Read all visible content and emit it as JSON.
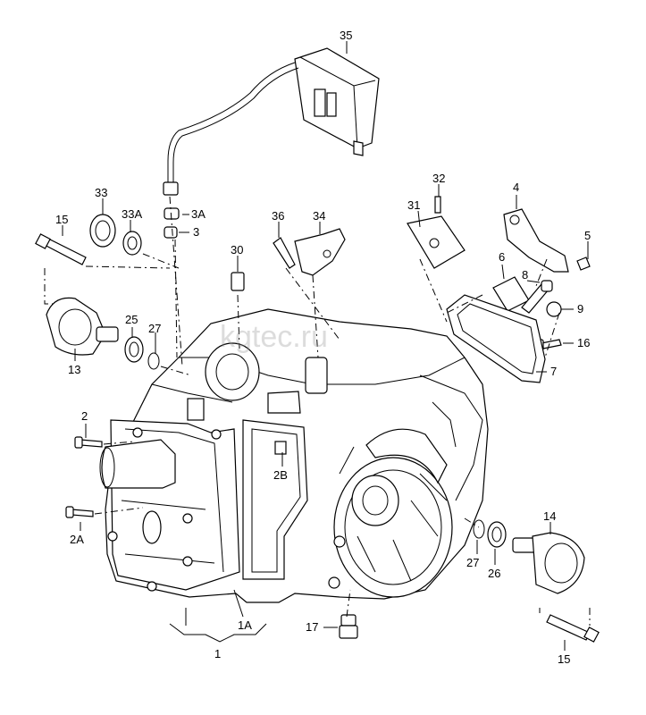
{
  "watermark": "kgtec.ru",
  "labels": {
    "l35": "35",
    "l32": "32",
    "l31": "31",
    "l4": "4",
    "l5": "5",
    "l33": "33",
    "l33A": "33A",
    "l3A": "3A",
    "l3": "3",
    "l15a": "15",
    "l36": "36",
    "l34": "34",
    "l30": "30",
    "l6": "6",
    "l8": "8",
    "l9": "9",
    "l25": "25",
    "l27a": "27",
    "l13": "13",
    "l16": "16",
    "l7": "7",
    "l2": "2",
    "l2B": "2B",
    "l2A": "2A",
    "l14": "14",
    "l27b": "27",
    "l26": "26",
    "l1A": "1A",
    "l17": "17",
    "l1": "1",
    "l15b": "15"
  }
}
